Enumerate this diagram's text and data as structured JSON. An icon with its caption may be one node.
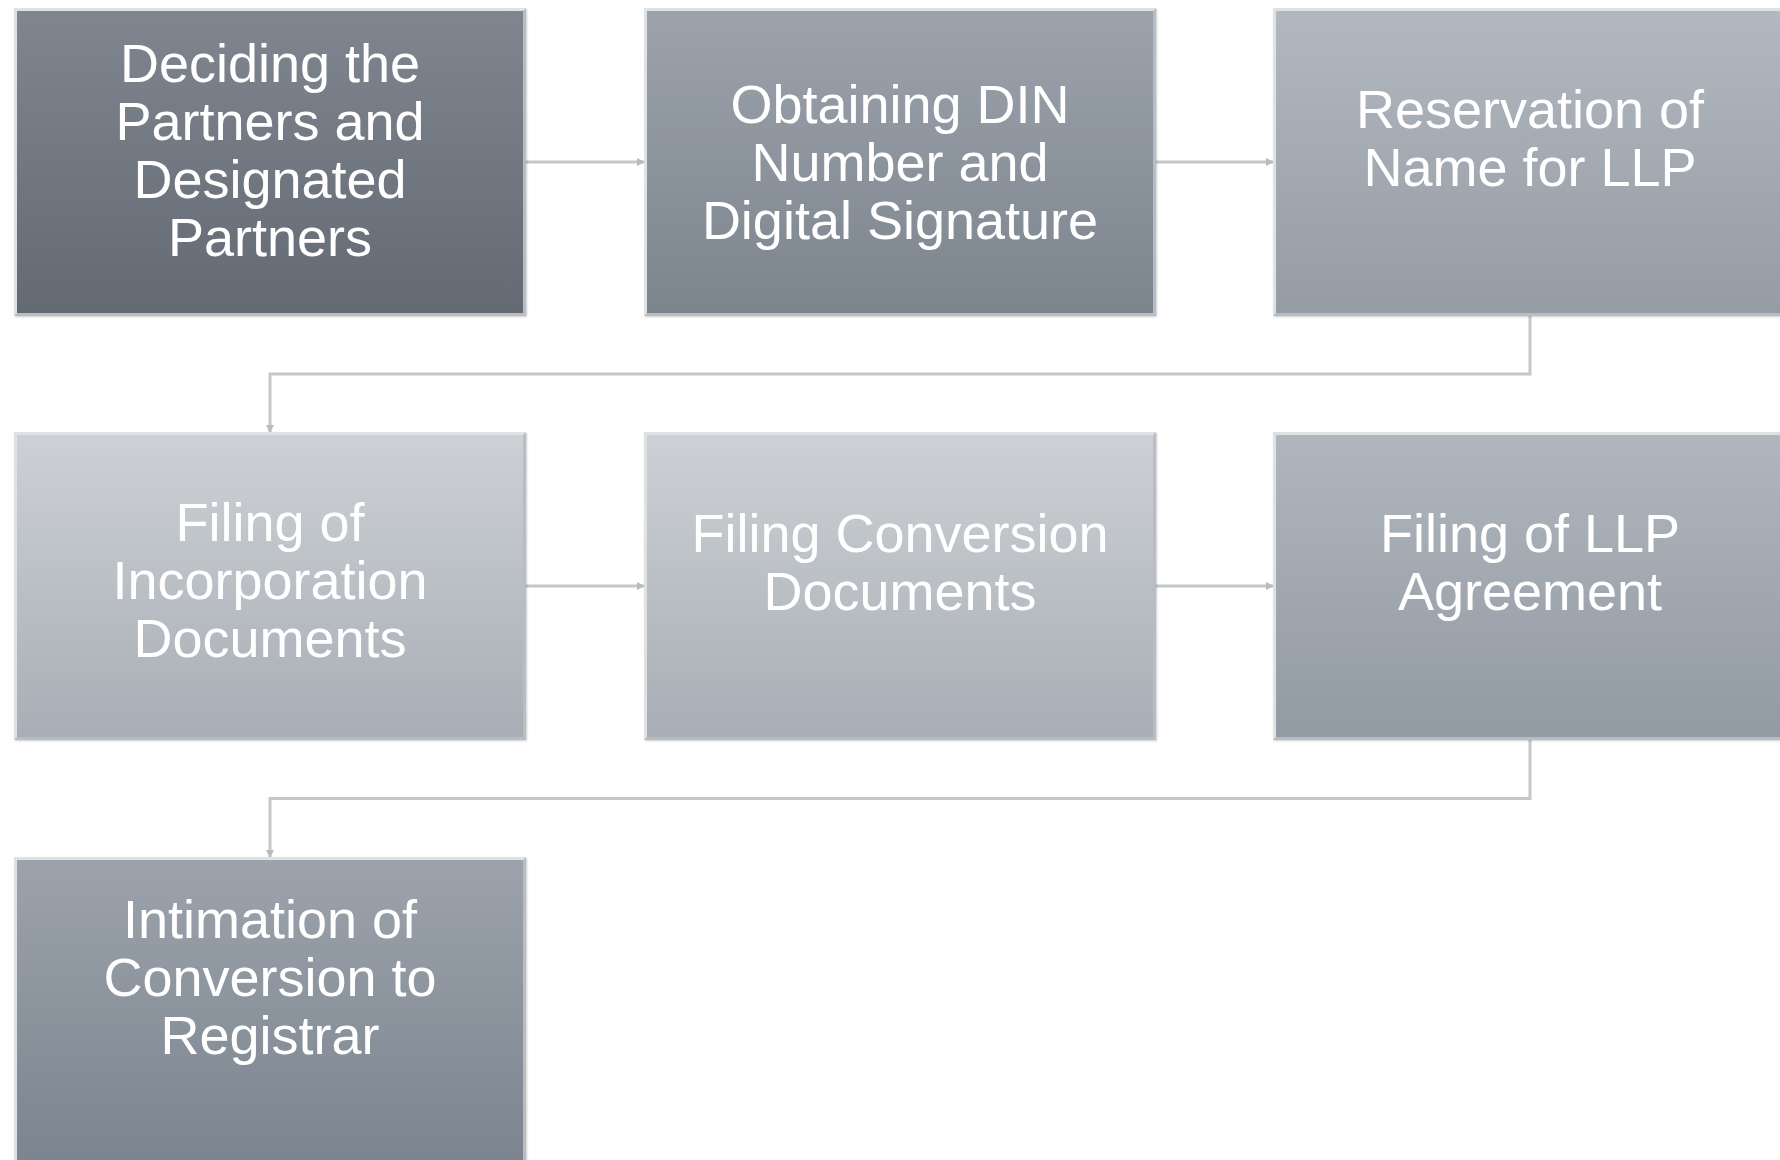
{
  "diagram": {
    "nodes": [
      {
        "text": [
          "Deciding the Partners and Designated Partners"
        ]
      },
      {
        "text": [
          "Obtaining DIN Number and Digital Signature"
        ]
      },
      {
        "text": [
          "Reservation of Name for LLP"
        ]
      },
      {
        "text": [
          "Filing of Incorporation Documents"
        ]
      },
      {
        "text": [
          "Filing Conversion Documents"
        ]
      },
      {
        "text": [
          "Filing of LLP Agreement"
        ]
      },
      {
        "text": [
          "Intimation of Conversion to Registrar"
        ]
      }
    ],
    "edges": [
      {
        "from": 0,
        "to": 1,
        "arrow": "to"
      },
      {
        "from": 1,
        "to": 2,
        "arrow": "to"
      },
      {
        "from": 2,
        "to": 3,
        "arrow": "to"
      },
      {
        "from": 3,
        "to": 4,
        "arrow": "to"
      },
      {
        "from": 4,
        "to": 5,
        "arrow": "to"
      },
      {
        "from": 5,
        "to": 6,
        "arrow": "to"
      }
    ]
  }
}
